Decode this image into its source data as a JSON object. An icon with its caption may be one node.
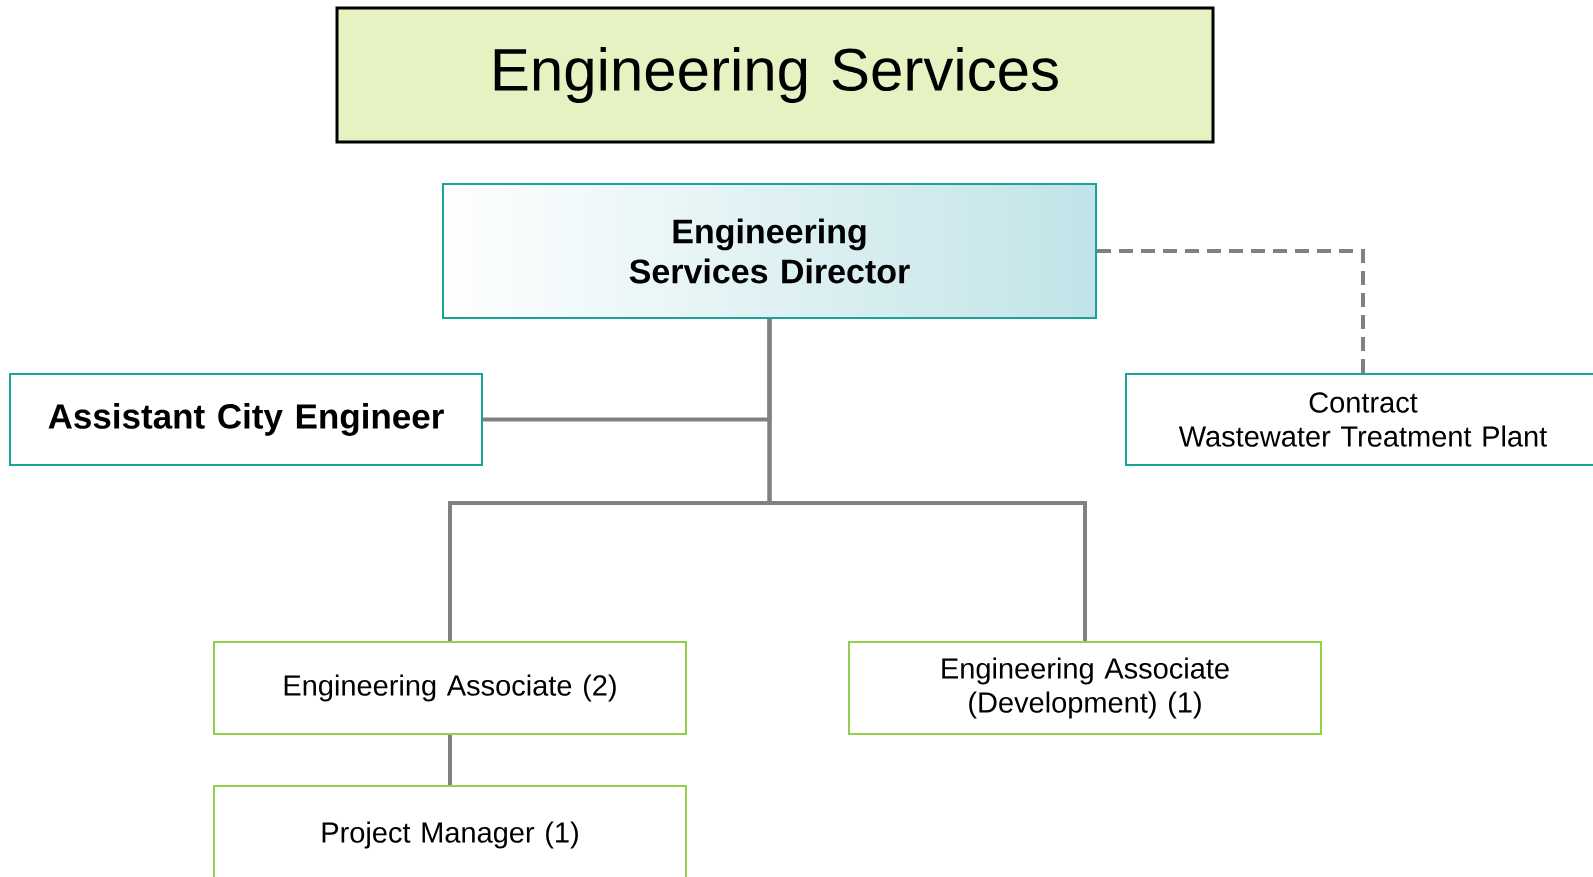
{
  "diagram": {
    "nodes": [
      {
        "text": [
          "Engineering Services"
        ]
      },
      {
        "text": [
          "Engineering Services Director"
        ]
      },
      {
        "text": [
          "Assistant City Engineer"
        ]
      },
      {
        "text": [
          "Contract",
          "Wastewater Treatment Plant"
        ]
      },
      {
        "text": [
          "Engineering Associate (2)"
        ]
      },
      {
        "text": [
          "Engineering Associate (Development) (1)"
        ]
      },
      {
        "text": [
          "Project Manager (1)"
        ]
      }
    ],
    "edges": [
      {
        "from": 1,
        "to": 2,
        "arrow": "none"
      },
      {
        "from": 1,
        "to": 4,
        "arrow": "none"
      },
      {
        "from": 1,
        "to": 5,
        "arrow": "none"
      },
      {
        "from": 4,
        "to": 6,
        "arrow": "none"
      },
      {
        "from": 1,
        "to": 3,
        "arrow": "none",
        "style": "dashed"
      }
    ]
  }
}
